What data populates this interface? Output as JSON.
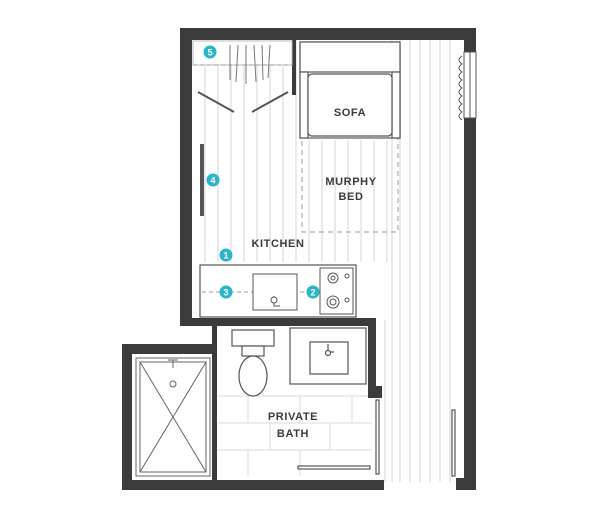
{
  "rooms": {
    "sofa": "SOFA",
    "murphy_bed_line1": "MURPHY",
    "murphy_bed_line2": "BED",
    "kitchen": "KITCHEN",
    "bath_line1": "PRIVATE",
    "bath_line2": "BATH"
  },
  "markers": [
    {
      "number": "1"
    },
    {
      "number": "2"
    },
    {
      "number": "3"
    },
    {
      "number": "4"
    },
    {
      "number": "5"
    }
  ],
  "colors": {
    "wall": "#3b3b3b",
    "marker": "#2cb5c8",
    "fixture_line": "#555555",
    "floor_line": "#d0d0d0"
  }
}
